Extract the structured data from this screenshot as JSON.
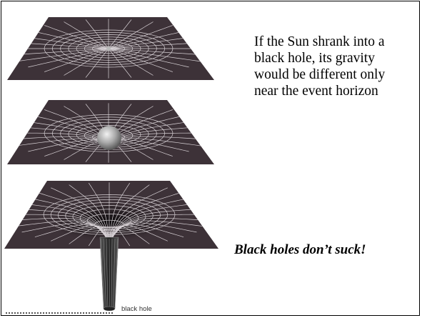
{
  "caption": "If the Sun shrank into a black hole, its gravity would be different only near the event horizon",
  "tagline": "Black holes don’t suck!",
  "figure": {
    "panels": [
      "flat spacetime",
      "spacetime around Sun",
      "spacetime around black hole"
    ],
    "black_hole_label": "black hole"
  },
  "colors": {
    "sheet": "#3d3238",
    "grid": "#d8d2d6",
    "sun": "#a9a9a9",
    "background": "#ffffff"
  }
}
